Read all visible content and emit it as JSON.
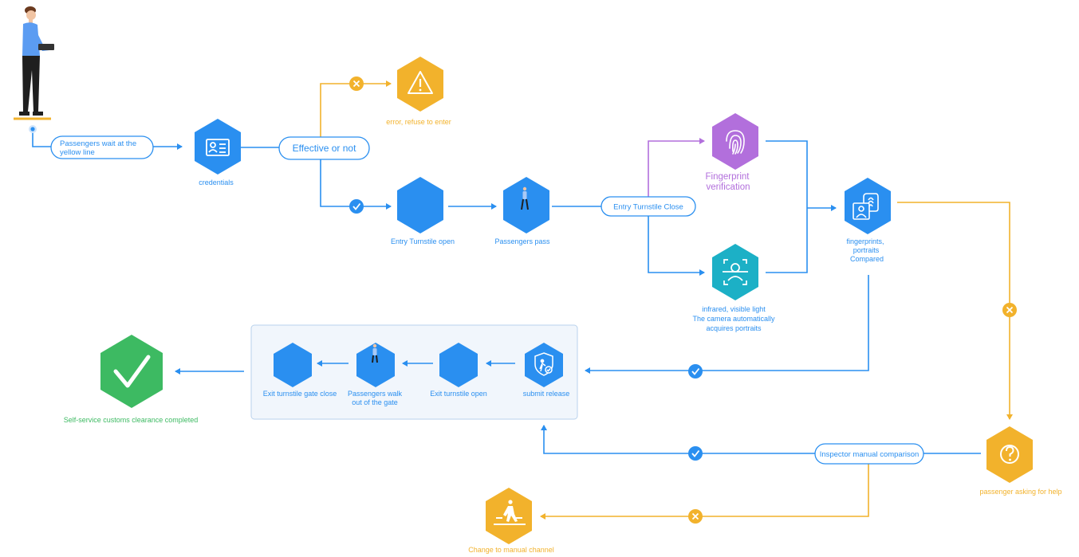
{
  "colors": {
    "blue": "#2a8ff0",
    "yellow": "#f2b22c",
    "purple": "#b26fdc",
    "teal": "#1cb0c6",
    "green": "#3dba62",
    "panel": "#f1f6fc"
  },
  "passenger": {
    "label": "Passengers wait at the yellow line",
    "line1": "Passengers wait at the",
    "line2": "yellow line"
  },
  "nodes": {
    "credentials": "credentials",
    "error": "error, refuse to enter",
    "entry_open": "Entry Turnstile open",
    "passengers_pass": "Passengers pass",
    "fingerprint_l1": "Fingerprint",
    "fingerprint_l2": "verification",
    "camera_l1": "infrared, visible light",
    "camera_l2": "The camera automatically",
    "camera_l3": "acquires portraits",
    "compare_l1": "fingerprints,",
    "compare_l2": "portraits",
    "compare_l3": "Compared",
    "help": "passenger asking for help",
    "submit": "submit release",
    "exit_open": "Exit turnstile open",
    "walk_l1": "Passengers walk",
    "walk_l2": "out of the gate",
    "exit_close": "Exit turnstile gate close",
    "completed": "Self-service customs clearance completed",
    "manual": "Change to manual channel"
  },
  "decisions": {
    "effective": "Effective or not",
    "entry_close": "Entry Turnstile Close",
    "inspector": "Inspector manual comparison"
  },
  "icons": {
    "credentials": "id-card-icon",
    "error": "warning-icon",
    "fingerprint": "fingerprint-icon",
    "camera": "face-scan-icon",
    "compare": "portrait-fingerprint-icon",
    "help": "question-icon",
    "submit": "shield-release-icon",
    "walker": "person-walking-icon",
    "completed": "checkmark-icon",
    "manual": "manual-channel-icon"
  }
}
